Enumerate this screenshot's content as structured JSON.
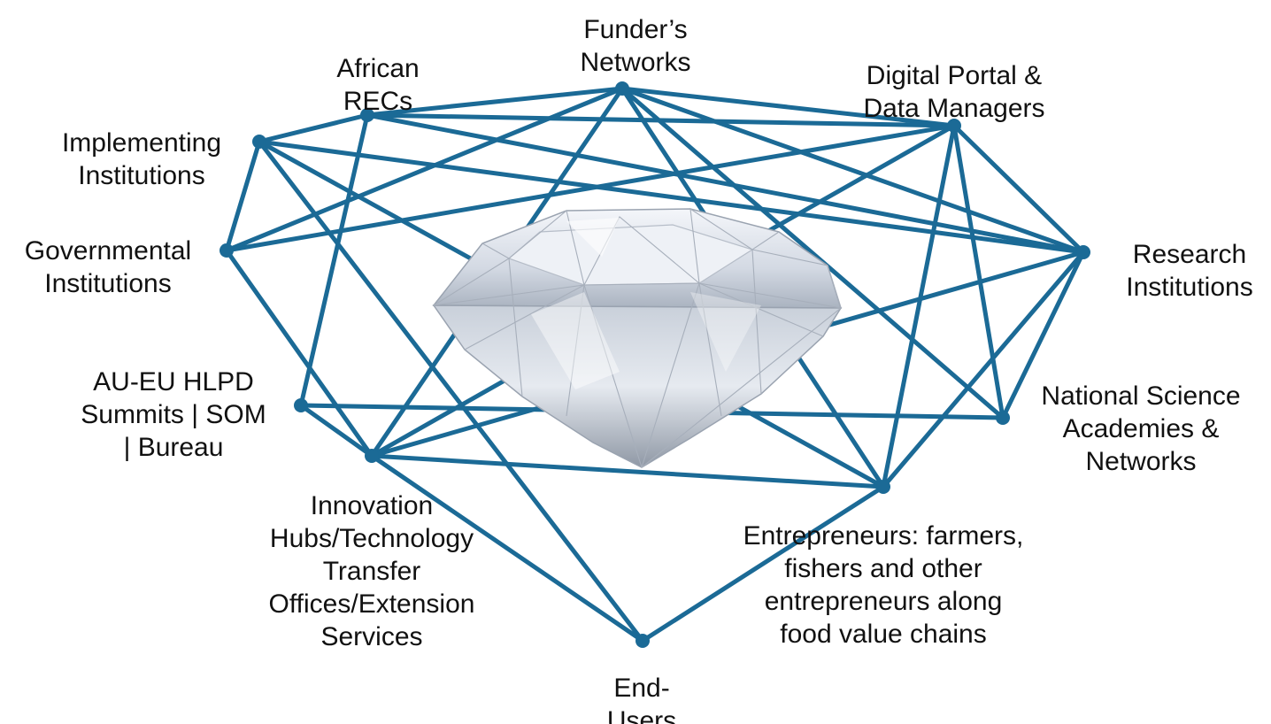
{
  "colors": {
    "edge": "#1b6a96",
    "node": "#1b6a96",
    "text": "#111111",
    "background": "#ffffff"
  },
  "center_image": "diamond",
  "nodes": [
    {
      "id": "funders",
      "lines": [
        "Funder’s",
        "Networks"
      ]
    },
    {
      "id": "recs",
      "lines": [
        "African",
        "RECs"
      ]
    },
    {
      "id": "implementing",
      "lines": [
        "Implementing",
        "Institutions"
      ]
    },
    {
      "id": "governmental",
      "lines": [
        "Governmental",
        "Institutions"
      ]
    },
    {
      "id": "au-eu",
      "lines": [
        "AU-EU HLPD",
        "Summits | SOM",
        "| Bureau"
      ]
    },
    {
      "id": "innovation",
      "lines": [
        "Innovation",
        "Hubs/Technology",
        "Transfer",
        "Offices/Extension",
        "Services"
      ]
    },
    {
      "id": "end-users",
      "lines": [
        "End-",
        "Users"
      ]
    },
    {
      "id": "entrepreneurs",
      "lines": [
        "Entrepreneurs: farmers,",
        "fishers and other",
        "entrepreneurs along",
        "food value chains"
      ]
    },
    {
      "id": "national-science",
      "lines": [
        "National Science",
        "Academies &",
        "Networks"
      ]
    },
    {
      "id": "research",
      "lines": [
        "Research",
        "Institutions"
      ]
    },
    {
      "id": "digital-portal",
      "lines": [
        "Digital Portal &",
        "Data Managers"
      ]
    }
  ],
  "edges": [
    [
      "funders",
      "recs"
    ],
    [
      "funders",
      "governmental"
    ],
    [
      "funders",
      "innovation"
    ],
    [
      "funders",
      "entrepreneurs"
    ],
    [
      "funders",
      "national-science"
    ],
    [
      "funders",
      "research"
    ],
    [
      "funders",
      "digital-portal"
    ],
    [
      "recs",
      "implementing"
    ],
    [
      "recs",
      "digital-portal"
    ],
    [
      "recs",
      "au-eu"
    ],
    [
      "implementing",
      "governmental"
    ],
    [
      "implementing",
      "entrepreneurs"
    ],
    [
      "implementing",
      "research"
    ],
    [
      "implementing",
      "end-users"
    ],
    [
      "governmental",
      "digital-portal"
    ],
    [
      "governmental",
      "innovation"
    ],
    [
      "au-eu",
      "national-science"
    ],
    [
      "au-eu",
      "innovation"
    ],
    [
      "innovation",
      "end-users"
    ],
    [
      "innovation",
      "entrepreneurs"
    ],
    [
      "innovation",
      "digital-portal"
    ],
    [
      "innovation",
      "research"
    ],
    [
      "end-users",
      "entrepreneurs"
    ],
    [
      "entrepreneurs",
      "research"
    ],
    [
      "entrepreneurs",
      "digital-portal"
    ],
    [
      "national-science",
      "research"
    ],
    [
      "national-science",
      "digital-portal"
    ],
    [
      "research",
      "digital-portal"
    ],
    [
      "research",
      "recs"
    ]
  ]
}
